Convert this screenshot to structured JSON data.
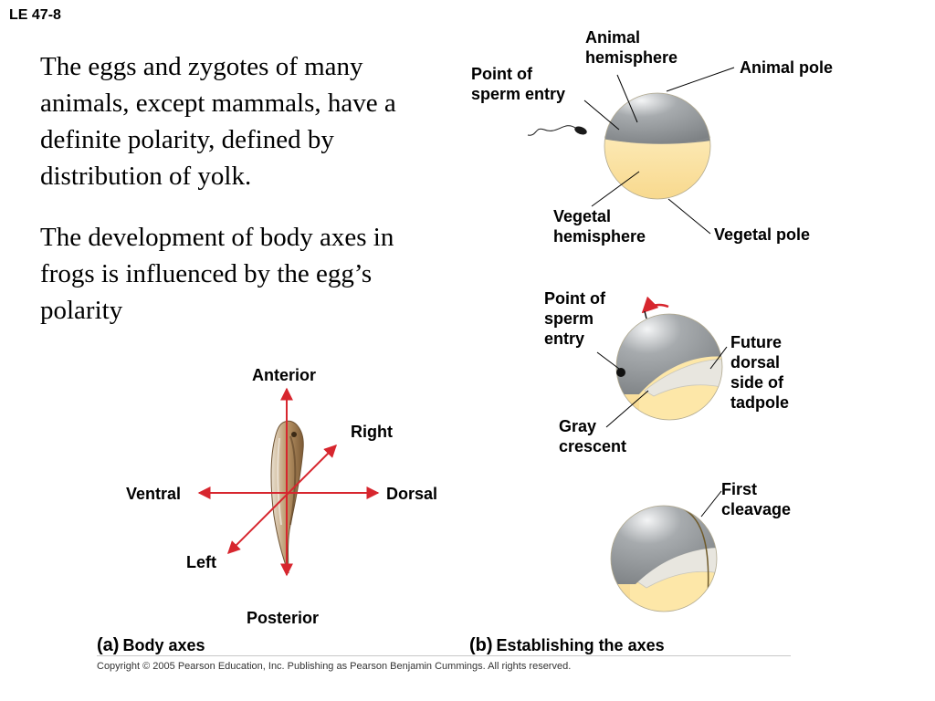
{
  "slide_id": "LE 47-8",
  "paragraphs": {
    "p1": "The eggs and zygotes of many animals, except mammals, have a definite polarity, defined by distribution of yolk.",
    "p2": "The development of body axes in frogs is influenced by the egg’s polarity"
  },
  "panel_a": {
    "labels": {
      "anterior": "Anterior",
      "posterior": "Posterior",
      "ventral": "Ventral",
      "dorsal": "Dorsal",
      "right": "Right",
      "left": "Left"
    },
    "caption_letter": "(a)",
    "caption": "Body axes"
  },
  "panel_b": {
    "egg1": {
      "animal_hemisphere": "Animal hemisphere",
      "animal_pole": "Animal pole",
      "sperm_entry": "Point of sperm entry",
      "vegetal_hemisphere": "Vegetal hemisphere",
      "vegetal_pole": "Vegetal pole"
    },
    "egg2": {
      "sperm_entry": "Point of sperm entry",
      "future_dorsal": "Future dorsal side of tadpole",
      "gray_crescent": "Gray crescent"
    },
    "egg3": {
      "first_cleavage": "First cleavage"
    },
    "caption_letter": "(b)",
    "caption": "Establishing the axes"
  },
  "copyright": "Copyright © 2005 Pearson Education, Inc. Publishing as Pearson Benjamin Cummings. All rights reserved.",
  "colors": {
    "arrow_red": "#d7262e",
    "animal_gray": "#8f9396",
    "yolk": "#fde7a8",
    "crescent": "#e8e6df",
    "tadpole": "#a88a60"
  }
}
